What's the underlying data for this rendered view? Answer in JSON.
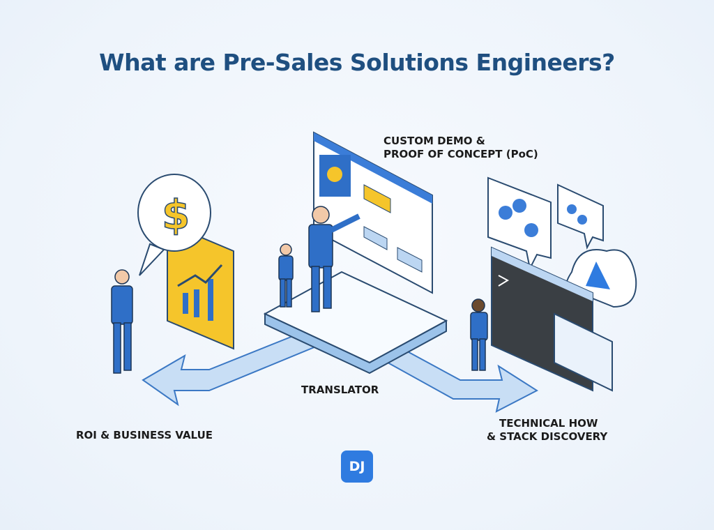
{
  "title": "What are Pre-Sales Solutions Engineers?",
  "labels": {
    "demo_line1": "CUSTOM DEMO &",
    "demo_line2": "PROOF OF CONCEPT (PoC)",
    "translator": "TRANSLATOR",
    "roi": "ROI & BUSINESS VALUE",
    "tech_line1": "TECHNICAL HOW",
    "tech_line2": "& STACK DISCOVERY"
  },
  "logo": "DJ",
  "colors": {
    "title": "#1f4f80",
    "accent": "#2f7be0",
    "light_blue": "#bcd6f2",
    "gold": "#f5c52b",
    "terminal": "#3a3f44"
  },
  "icons": [
    "dollar-icon",
    "growth-chart-icon",
    "lightbulb-icon",
    "flowchart-icon",
    "api-gears-icon",
    "cloud-icon",
    "terminal-icon"
  ]
}
